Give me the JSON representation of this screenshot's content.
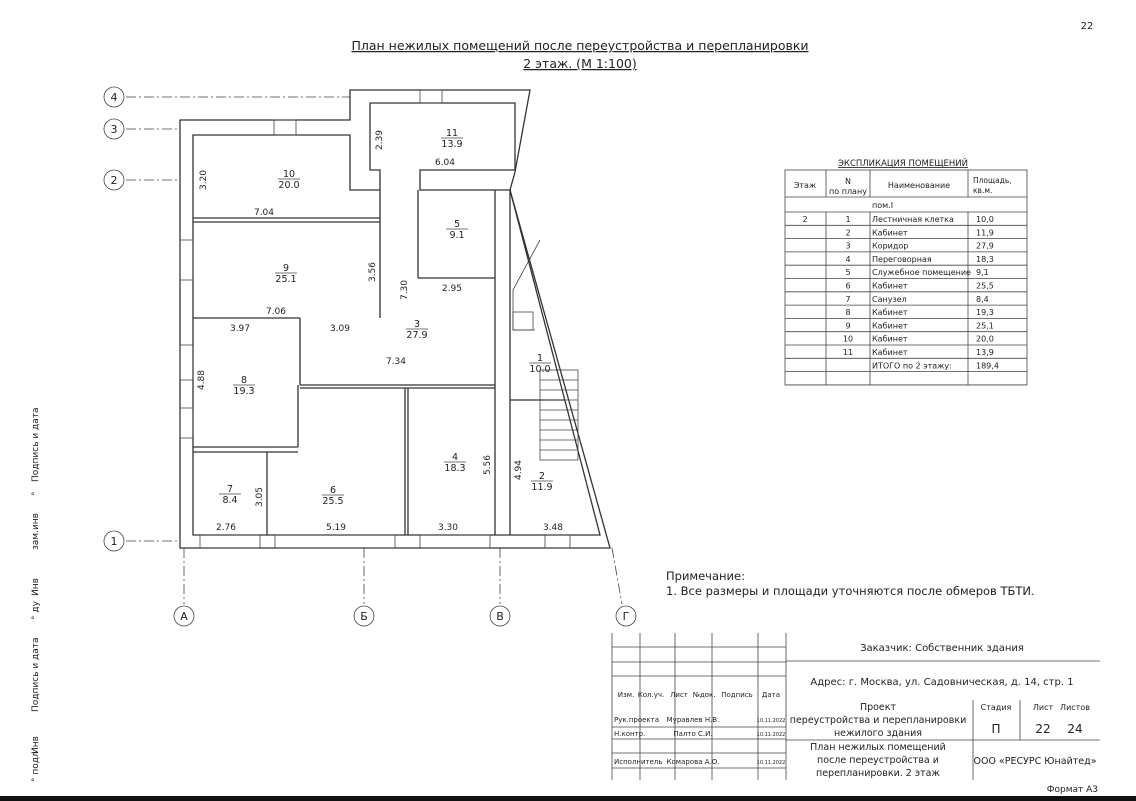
{
  "page_number": "22",
  "title": {
    "line1": "План нежилых помещений после переустройства и перепланировки",
    "line2": "2 этаж. (М 1:100)"
  },
  "axes": {
    "horizontal": [
      "4",
      "3",
      "2",
      "1"
    ],
    "vertical": [
      "А",
      "Б",
      "В",
      "Г"
    ]
  },
  "rooms": [
    {
      "number": "10",
      "area": "20.0"
    },
    {
      "number": "9",
      "area": "25.1"
    },
    {
      "number": "11",
      "area": "13.9"
    },
    {
      "number": "5",
      "area": "9.1"
    },
    {
      "number": "3",
      "area": "27.9"
    },
    {
      "number": "8",
      "area": "19.3"
    },
    {
      "number": "7",
      "area": "8.4"
    },
    {
      "number": "6",
      "area": "25.5"
    },
    {
      "number": "4",
      "area": "18.3"
    },
    {
      "number": "1",
      "area": "10.0"
    },
    {
      "number": "2",
      "area": "11.9"
    }
  ],
  "dimensions": [
    "3.20",
    "7.04",
    "3.56",
    "7.06",
    "2.39",
    "6.04",
    "2.95",
    "7.30",
    "3.09",
    "7.34",
    "3.97",
    "4.88",
    "2.76",
    "3.05",
    "5.19",
    "5.56",
    "3.30",
    "4.94",
    "3.48"
  ],
  "explication": {
    "title": "ЭКСПЛИКАЦИЯ ПОМЕЩЕНИЙ",
    "headers": [
      "Этаж",
      "N по плану",
      "Наименование",
      "Площадь, кв.м."
    ],
    "group": "пом.I",
    "rows": [
      [
        "2",
        "1",
        "Лестничная клетка",
        "10,0"
      ],
      [
        "",
        "2",
        "Кабинет",
        "11,9"
      ],
      [
        "",
        "3",
        "Коридор",
        "27,9"
      ],
      [
        "",
        "4",
        "Переговорная",
        "18,3"
      ],
      [
        "",
        "5",
        "Служебное помещение",
        "9,1"
      ],
      [
        "",
        "6",
        "Кабинет",
        "25,5"
      ],
      [
        "",
        "7",
        "Санузел",
        "8,4"
      ],
      [
        "",
        "8",
        "Кабинет",
        "19,3"
      ],
      [
        "",
        "9",
        "Кабинет",
        "25,1"
      ],
      [
        "",
        "10",
        "Кабинет",
        "20,0"
      ],
      [
        "",
        "11",
        "Кабинет",
        "13,9"
      ],
      [
        "",
        "",
        "ИТОГО по 2 этажу:",
        "189,4"
      ]
    ]
  },
  "note": {
    "heading": "Примечание:",
    "text": "1. Все размеры и площади уточняются после обмеров ТБТИ."
  },
  "side_stamp": [
    "Подпись и дата",
    "Взам.инв. №",
    "Инв. № дубл.",
    "Подпись и дата",
    "Инв. № подл."
  ],
  "side_stamp_display": [
    "Подпись и дата",
    "°",
    "зам.инв",
    "Инв",
    "° ду",
    "Подпись и дата",
    "Инв",
    "° подл"
  ],
  "title_block": {
    "customer": "Заказчик: Собственник здания",
    "address": "Адрес: г. Москва, ул. Садовническая, д. 14, стр. 1",
    "col_headers": [
      "Изм.",
      "Кол.уч.",
      "Лист",
      "№док.",
      "Подпись",
      "Дата"
    ],
    "people": [
      {
        "role": "Рук.проекта",
        "name": "Муравлев Н.В.",
        "date": "10.11.2022"
      },
      {
        "role": "Н.контр.",
        "name": "Палто С.И.",
        "date": "10.11.2022"
      },
      {
        "role": "Исполнитель",
        "name": "Комарова А.О.",
        "date": "10.11.2022"
      }
    ],
    "project": [
      "Проект",
      "переустройства и перепланировки",
      "нежилого здания"
    ],
    "sheet_title": [
      "План нежилых помещений",
      "после переустройства и",
      "перепланировки. 2 этаж"
    ],
    "stage_label": "Стадия",
    "sheet_label": "Лист",
    "sheets_label": "Листов",
    "stage": "П",
    "sheet": "22",
    "sheets": "24",
    "company": "ООО «РЕСУРС Юнайтед»",
    "format": "Формат А3"
  }
}
